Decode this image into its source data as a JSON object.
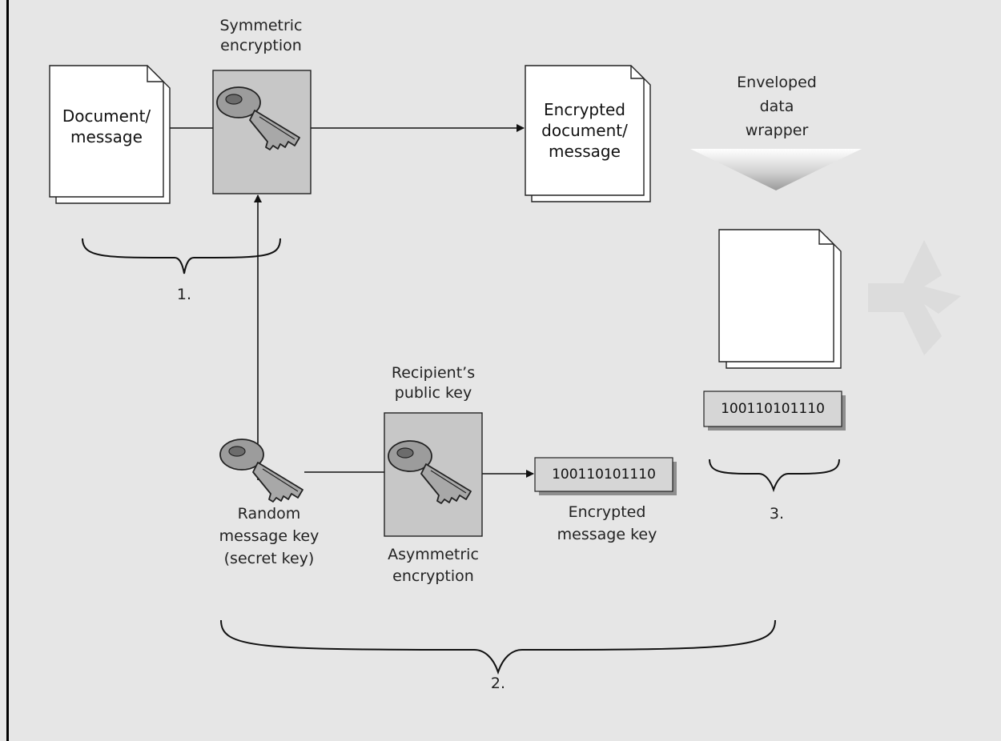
{
  "diagram": {
    "document": {
      "label_line1": "Document/",
      "label_line2": "message"
    },
    "symmetric": {
      "label_line1": "Symmetric",
      "label_line2": "encryption"
    },
    "encrypted_document": {
      "label_line1": "Encrypted",
      "label_line2": "document/",
      "label_line3": "message"
    },
    "enveloped": {
      "label_line1": "Enveloped",
      "label_line2": "data",
      "label_line3": "wrapper"
    },
    "brace_1_label": "1.",
    "brace_2_label": "2.",
    "brace_3_label": "3.",
    "recipient_key": {
      "label_line1": "Recipient’s",
      "label_line2": "public key"
    },
    "asymmetric": {
      "label_line1": "Asymmetric",
      "label_line2": "encryption"
    },
    "random_key": {
      "label_line1": "Random",
      "label_line2": "message key",
      "label_line3": "(secret key)"
    },
    "encrypted_key": {
      "bits": "100110101110",
      "label_line1": "Encrypted",
      "label_line2": "message key"
    },
    "wrapper_bits": "100110101110"
  }
}
